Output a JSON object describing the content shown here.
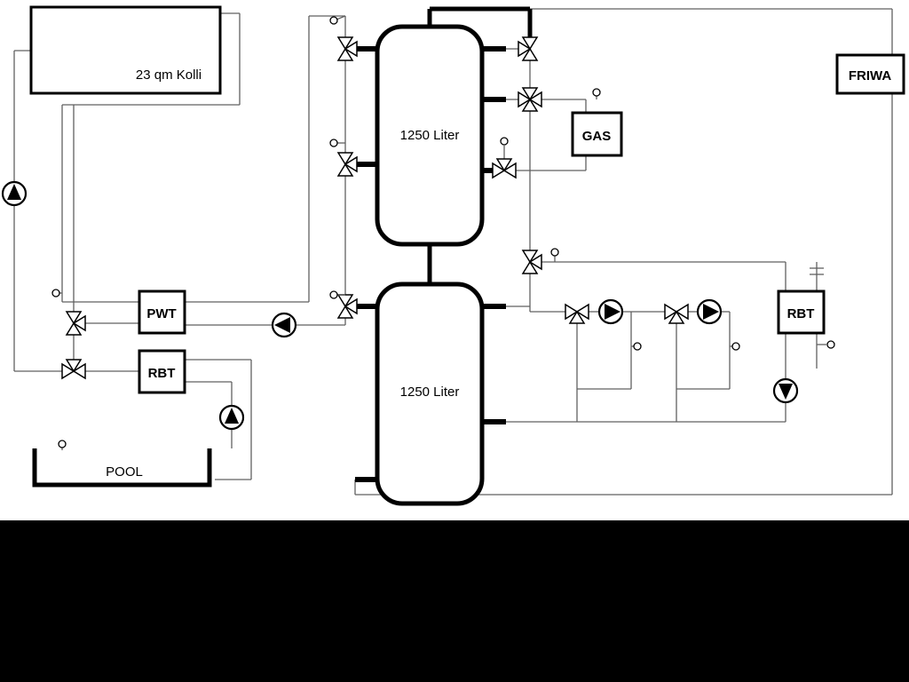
{
  "labels": {
    "collector": "23 qm Kolli",
    "tank_top": "1250 Liter",
    "tank_bottom": "1250 Liter",
    "pwt": "PWT",
    "rbt_left": "RBT",
    "rbt_right": "RBT",
    "gas": "GAS",
    "friwa": "FRIWA",
    "pool": "POOL"
  },
  "colors": {
    "background": "#ffffff",
    "thin_line": "#606060",
    "thick_line": "#000000",
    "footer_bar": "#000000"
  }
}
